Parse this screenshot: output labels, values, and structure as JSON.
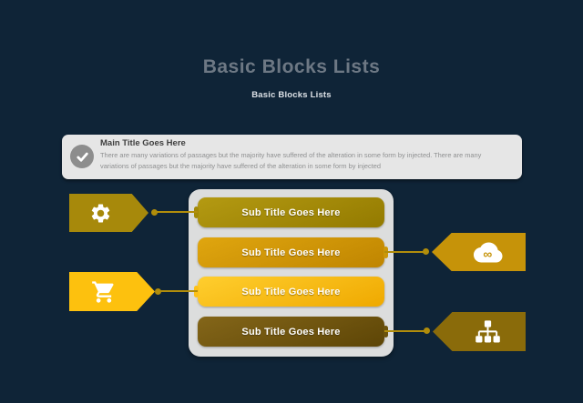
{
  "slide": {
    "title": "Basic Blocks Lists",
    "subtitle": "Basic Blocks Lists"
  },
  "banner": {
    "icon": "check-icon",
    "title": "Main Title Goes Here",
    "body_lines": [
      "There are many variations of passages but the majority have  suffered of the alteration in some form by injected. There are many",
      "variations of passages but the majority have  suffered of the alteration in some form by injected"
    ]
  },
  "blocks": [
    {
      "label": "Sub Title Goes Here",
      "tag_icon": "gear-icon",
      "tag_side": "left",
      "tag_color": "#a7890b",
      "gradient_top": "#b49a12",
      "gradient_bottom": "#937a00"
    },
    {
      "label": "Sub Title Goes Here",
      "tag_icon": "cloud-sync-icon",
      "tag_side": "right",
      "tag_color": "#c69309",
      "gradient_top": "#e0a60f",
      "gradient_bottom": "#bf8500"
    },
    {
      "label": "Sub Title Goes Here",
      "tag_icon": "shopping-cart-icon",
      "tag_side": "left",
      "tag_color": "#fdc10e",
      "gradient_top": "#ffce2e",
      "gradient_bottom": "#efa900"
    },
    {
      "label": "Sub Title Goes Here",
      "tag_icon": "sitemap-icon",
      "tag_side": "right",
      "tag_color": "#8a6b0a",
      "gradient_top": "#846619",
      "gradient_bottom": "#5d4506"
    }
  ],
  "icons": {
    "cloud_infinity_glyph": "∞"
  },
  "colors": {
    "background": "#0f2437",
    "connector": "#b18d0b",
    "panel_bg": "#dcdddd",
    "banner_bg": "#e6e6e6",
    "banner_circle": "#8d8d8d",
    "title_text": "#6d7884",
    "subtitle_text": "#dde2e7",
    "block_text": "#ffffff"
  }
}
